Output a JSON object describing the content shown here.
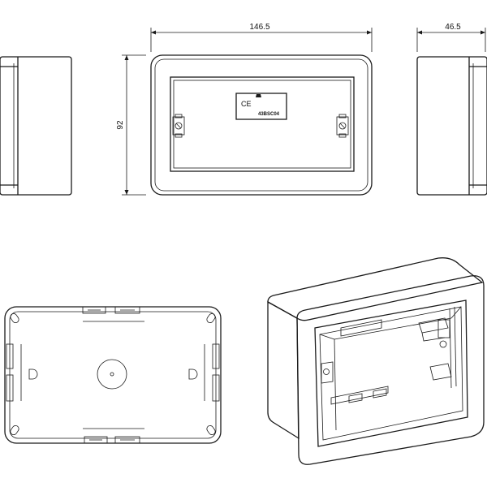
{
  "dimensions": {
    "width": "146.5",
    "height": "92",
    "depth": "46.5"
  },
  "label": {
    "mark": "CE",
    "code": "43BSC04"
  }
}
